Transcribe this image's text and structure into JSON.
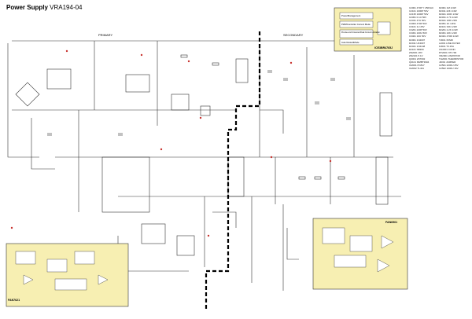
{
  "header": {
    "brand": "Power Supply",
    "model": "VRA194-04"
  },
  "sections": {
    "primary": "PRIMARY",
    "secondary": "SECONDARY"
  },
  "ics": {
    "ic1": "ICE3BR4765J",
    "ic2": "FAN6961",
    "ic3": "FAN7621"
  },
  "inset_block": {
    "power_mgmt": "PowerManagement",
    "pwm": "PWMController Current Mode",
    "protection": "Precise and Universal Peak Current Limitation",
    "auto_restart": "Auto RestartMode"
  },
  "colors": {
    "line": "#333333",
    "fill_yellow": "#f7efb2",
    "label_red": "#c8322e"
  },
  "parts_list": [
    [
      "C2001 470P Y 250VAC",
      "C2101 1000P 50V",
      "C2135 1000P 50V",
      "C2301 0.1U 50V",
      "C2341 47U 50V",
      "C3003 470P 50V",
      "C3101 1U 25V",
      "C3201 220P 50V",
      "C3301 100U 50V",
      "C3401 10U 50V"
    ],
    [
      "R2001 1M 1/4W",
      "R2011 22K 1/4W",
      "R2021 100K 1/4W",
      "R2031 4.7K 1/4W",
      "R2041 10R 1/4W",
      "R2051 1K 1/4W",
      "R2101 33K 1/4W",
      "R2201 2.2K 1/4W",
      "R2301 10K 1/4W",
      "R2401 470R 1/4W"
    ],
    [
      "D2001 1N4007",
      "D2011 UF4007",
      "D2021 1N4148",
      "D2101 SB360",
      "ZD2001 18V",
      "ZD2101 5.1V",
      "Q2001 2N7002",
      "Q2101 MMBT3904",
      "IC2001 PC817",
      "IC2002 TL431"
    ],
    [
      "T2001 XFMR",
      "L2001 LINE FILTER",
      "F2001 T3.15A",
      "CN2001 CONN",
      "RT2001 NTC 5R",
      "VR2001 VARISTOR",
      "TH2001 THERMISTOR",
      "J2001 JUMPER",
      "C2501 2200U 25V",
      "C2502 1000U 16V"
    ]
  ]
}
